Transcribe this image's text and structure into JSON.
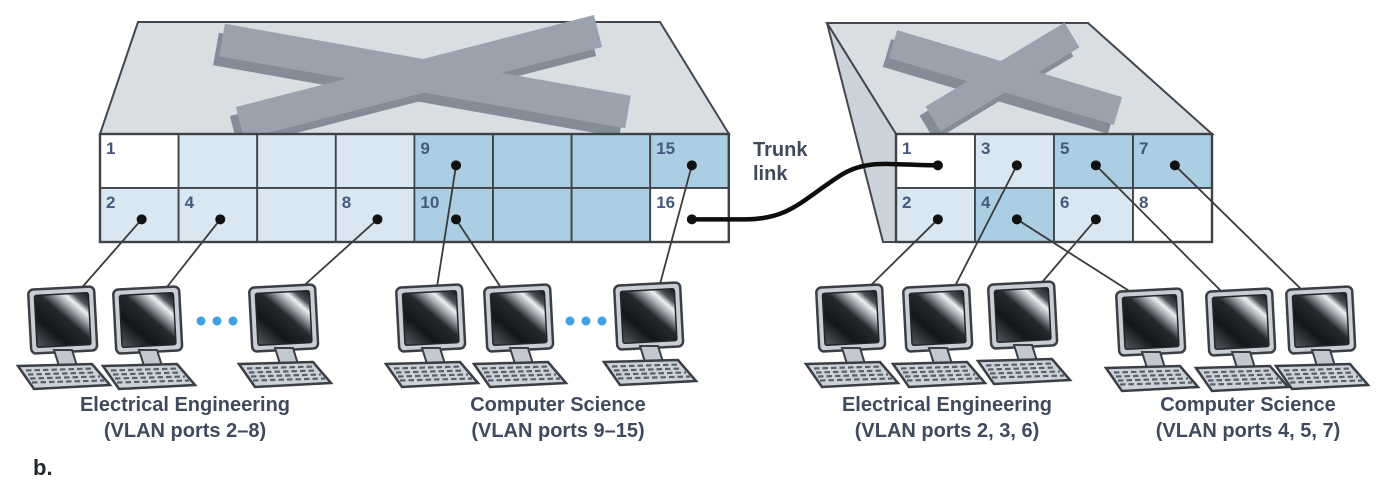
{
  "figure_label": "b.",
  "trunk_label": "Trunk link",
  "colors": {
    "switch_top": "#d9dee3",
    "switch_side": "#ccd2d9",
    "cross": "#9aa3ad",
    "cross_shadow": "#848d97",
    "grid_stroke": "#3f4245",
    "port_number": "#44597c",
    "label_text": "#3f4a5c",
    "line": "#3b3b3b",
    "cable": "#0d0d0d",
    "dot": "#111111",
    "ellipsis": "#41a1e0"
  },
  "vlan_fill": {
    "ee": "#d9e7f2",
    "cs": "#abcee3",
    "none": "#ffffff"
  },
  "switches": {
    "left": {
      "rows": [
        [
          {
            "label": "1",
            "vlan": "none",
            "dot": false
          },
          {
            "label": "",
            "vlan": "ee",
            "dot": false
          },
          {
            "label": "",
            "vlan": "ee",
            "dot": false
          },
          {
            "label": "",
            "vlan": "ee",
            "dot": false
          },
          {
            "label": "9",
            "vlan": "cs",
            "dot": true
          },
          {
            "label": "",
            "vlan": "cs",
            "dot": false
          },
          {
            "label": "",
            "vlan": "cs",
            "dot": false
          },
          {
            "label": "15",
            "vlan": "cs",
            "dot": true
          }
        ],
        [
          {
            "label": "2",
            "vlan": "ee",
            "dot": true
          },
          {
            "label": "4",
            "vlan": "ee",
            "dot": true
          },
          {
            "label": "",
            "vlan": "ee",
            "dot": false
          },
          {
            "label": "8",
            "vlan": "ee",
            "dot": true
          },
          {
            "label": "10",
            "vlan": "cs",
            "dot": true
          },
          {
            "label": "",
            "vlan": "cs",
            "dot": false
          },
          {
            "label": "",
            "vlan": "cs",
            "dot": false
          },
          {
            "label": "16",
            "vlan": "none",
            "dot": true
          }
        ]
      ]
    },
    "right": {
      "rows": [
        [
          {
            "label": "1",
            "vlan": "none",
            "dot": true
          },
          {
            "label": "3",
            "vlan": "ee",
            "dot": true
          },
          {
            "label": "5",
            "vlan": "cs",
            "dot": true
          },
          {
            "label": "7",
            "vlan": "cs",
            "dot": true
          }
        ],
        [
          {
            "label": "2",
            "vlan": "ee",
            "dot": true
          },
          {
            "label": "4",
            "vlan": "cs",
            "dot": true
          },
          {
            "label": "6",
            "vlan": "ee",
            "dot": true
          },
          {
            "label": "8",
            "vlan": "none",
            "dot": false
          }
        ]
      ]
    }
  },
  "links": [
    {
      "switch": "left",
      "port": "2",
      "computer": 0
    },
    {
      "switch": "left",
      "port": "4",
      "computer": 1
    },
    {
      "switch": "left",
      "port": "8",
      "computer": 2
    },
    {
      "switch": "left",
      "port": "9",
      "computer": 3
    },
    {
      "switch": "left",
      "port": "10",
      "computer": 4
    },
    {
      "switch": "left",
      "port": "15",
      "computer": 5
    },
    {
      "switch": "right",
      "port": "2",
      "computer": 6
    },
    {
      "switch": "right",
      "port": "3",
      "computer": 7
    },
    {
      "switch": "right",
      "port": "6",
      "computer": 8
    },
    {
      "switch": "right",
      "port": "4",
      "computer": 9
    },
    {
      "switch": "right",
      "port": "5",
      "computer": 10
    },
    {
      "switch": "right",
      "port": "7",
      "computer": 11
    }
  ],
  "trunk": {
    "from": {
      "switch": "left",
      "port": "16"
    },
    "to": {
      "switch": "right",
      "port": "1"
    }
  },
  "groups": [
    {
      "title": "Electrical Engineering",
      "subtitle": "(VLAN ports 2–8)",
      "has_ellipsis": true
    },
    {
      "title": "Computer Science",
      "subtitle": "(VLAN ports 9–15)",
      "has_ellipsis": true
    },
    {
      "title": "Electrical Engineering",
      "subtitle": "(VLAN ports 2, 3, 6)",
      "has_ellipsis": false
    },
    {
      "title": "Computer Science",
      "subtitle": "(VLAN ports 4, 5, 7)",
      "has_ellipsis": false
    }
  ]
}
